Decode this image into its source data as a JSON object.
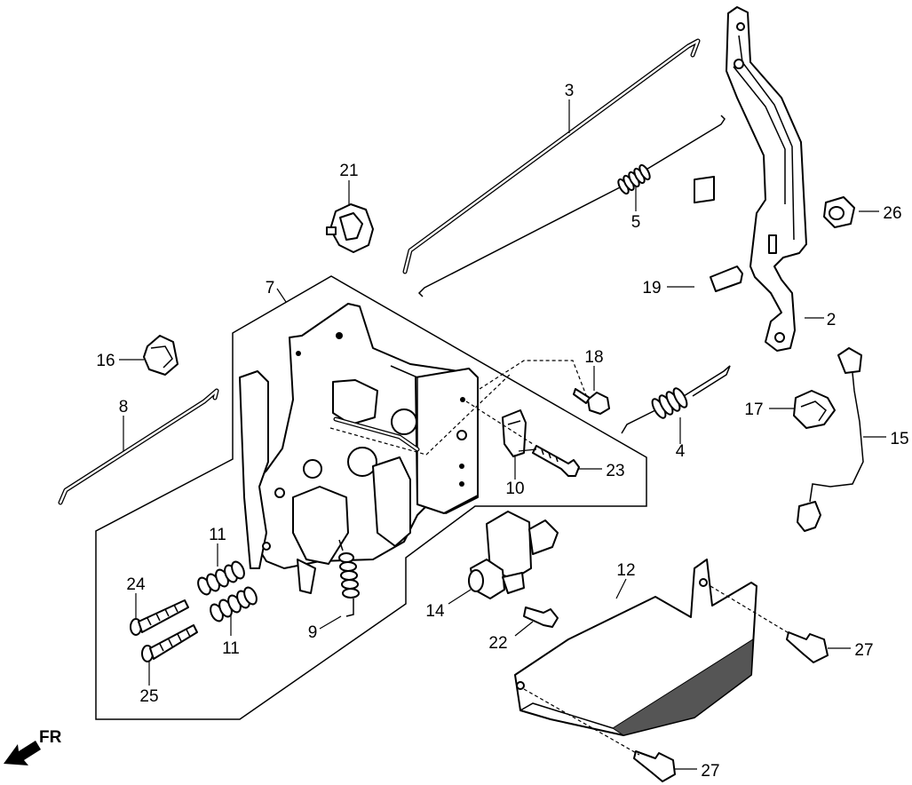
{
  "callouts": {
    "c1": "2",
    "c2": "3",
    "c3": "4",
    "c4": "5",
    "c5": "7",
    "c6": "8",
    "c7": "9",
    "c8": "10",
    "c9": "11",
    "c10": "11",
    "c11": "12",
    "c12": "14",
    "c13": "15",
    "c14": "16",
    "c15": "17",
    "c16": "18",
    "c17": "19",
    "c18": "21",
    "c19": "22",
    "c20": "23",
    "c21": "24",
    "c22": "25",
    "c23": "26",
    "c24": "27",
    "c25": "27"
  },
  "direction_label": "FR",
  "icons": {
    "direction": "front-arrow-icon"
  },
  "colors": {
    "ink": "#000000",
    "paper": "#ffffff"
  }
}
